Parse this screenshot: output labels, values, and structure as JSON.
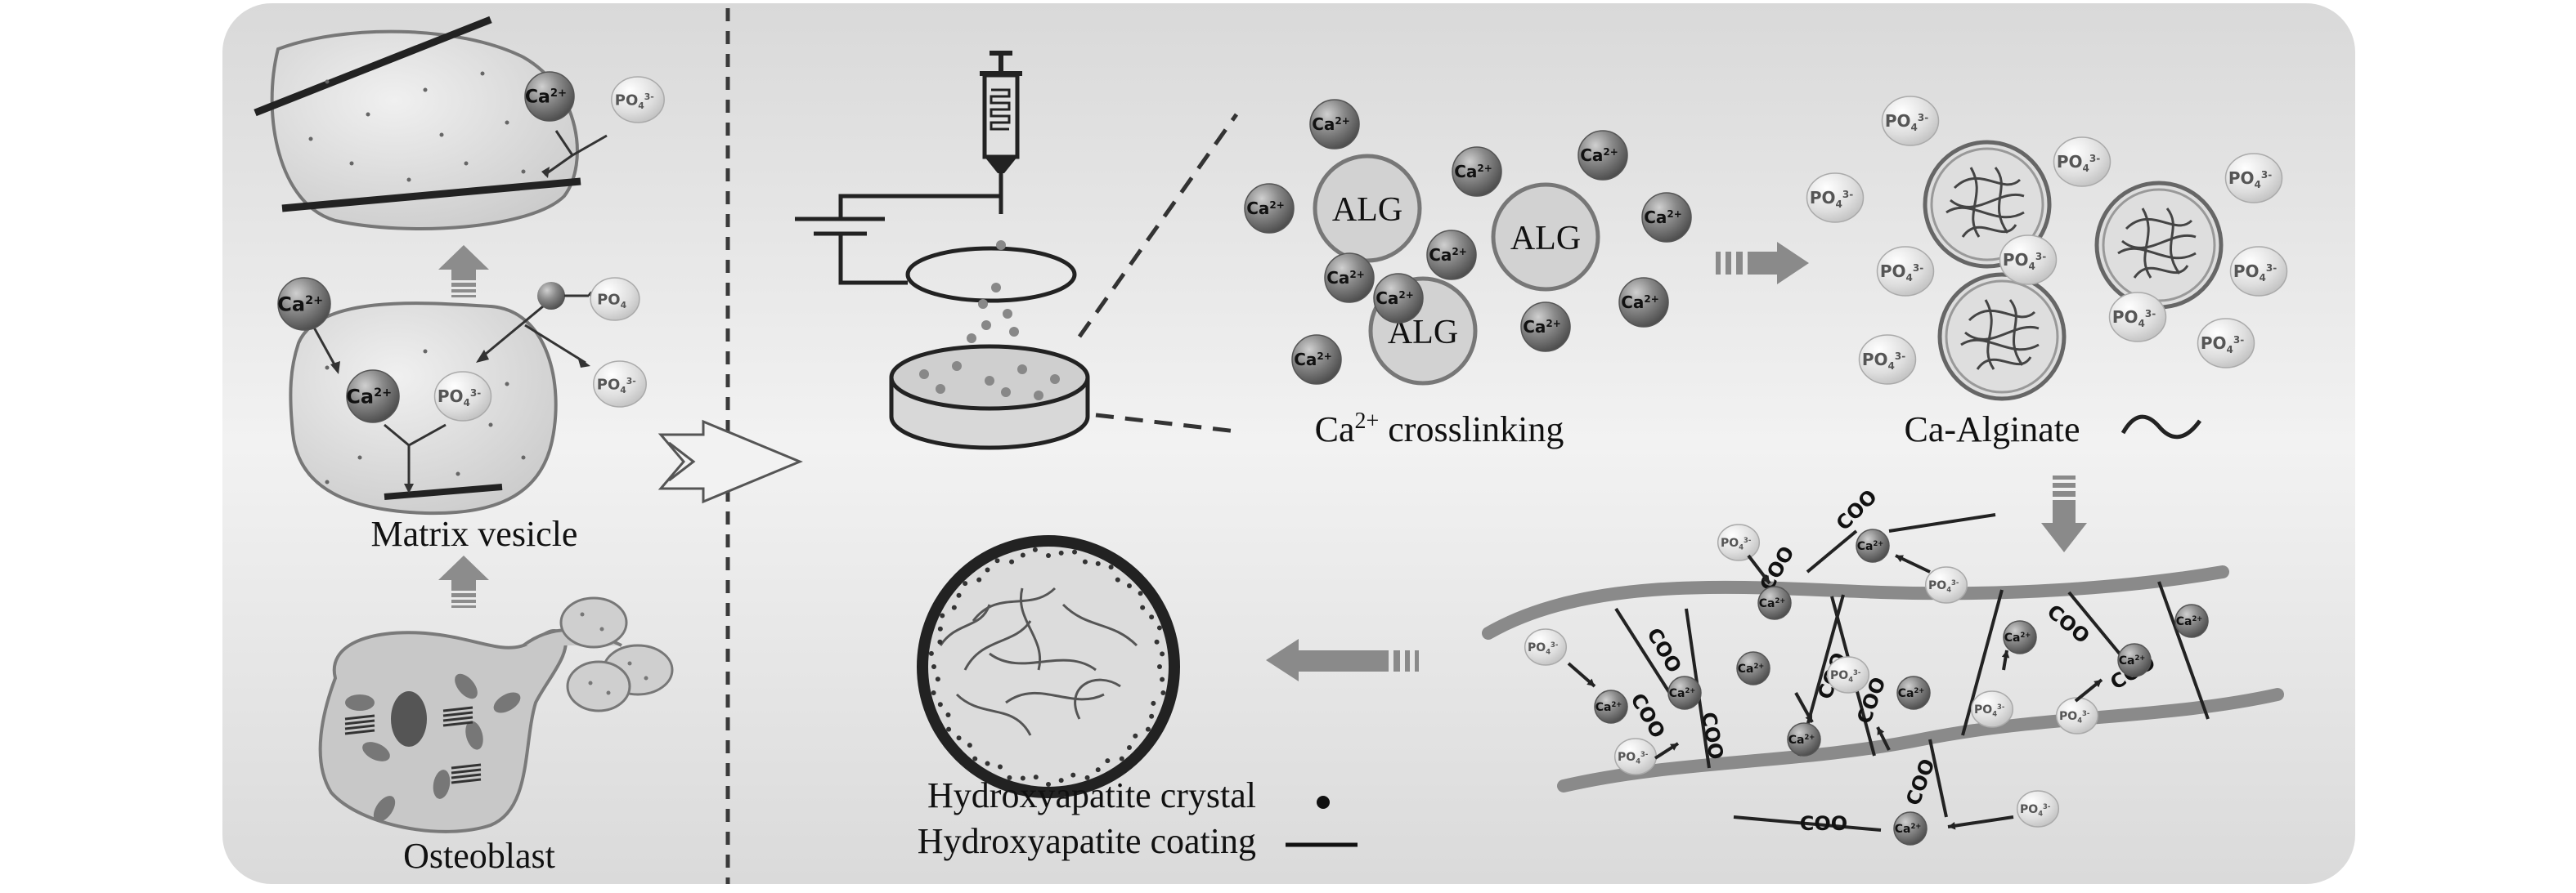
{
  "labels": {
    "matrix_vesicle": "Matrix vesicle",
    "osteoblast": "Osteoblast",
    "alg": "ALG",
    "ca_crosslinking_base": "Ca",
    "ca_crosslinking_sup": "2+",
    "ca_crosslinking_rest": " crosslinking",
    "ca_alginate": "Ca-Alginate",
    "ha_crystal": "Hydroxyapatite crystal",
    "ha_coating": "Hydroxyapatite coating"
  },
  "ions": {
    "ca": "Ca",
    "ca_charge": "2+",
    "po": "PO",
    "po_sub": "4",
    "po_charge": "3-",
    "po_plain": "PO",
    "carboxyl": "COO"
  },
  "colors": {
    "panel_bg": "#e4e4e4",
    "ca_ion": "#6f6f6f",
    "po_ion": "#d8d8d8",
    "membrane": "#7a7a7a",
    "arrow": "#8a8a8a",
    "dash": "#3a3a3a"
  }
}
